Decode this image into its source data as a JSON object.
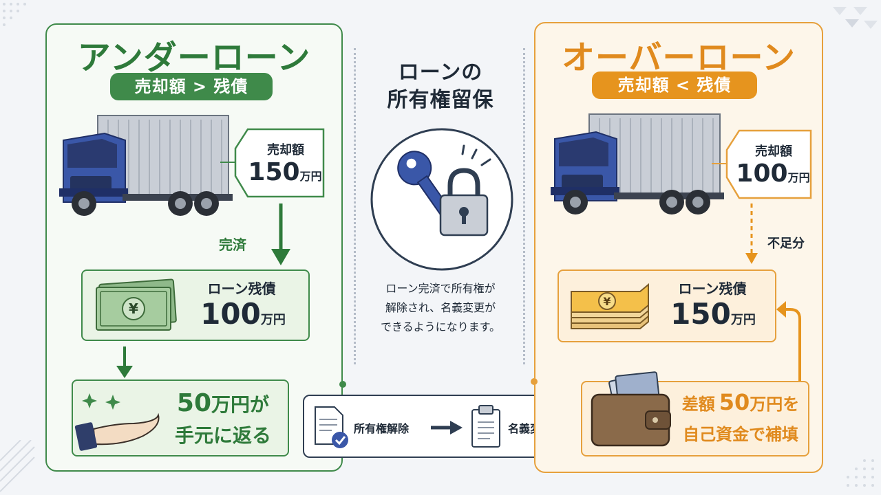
{
  "under_loan": {
    "title": "アンダーローン",
    "condition": "売却額 > 残債",
    "sale_label": "売却額",
    "sale_value": "150",
    "sale_unit": "万円",
    "arrow_label": "完済",
    "debt_label": "ローン残債",
    "debt_value": "100",
    "debt_unit": "万円",
    "return_line1_value": "50",
    "return_line1_unit": "万円",
    "return_line1_suffix": "が",
    "return_line2": "手元に返る",
    "currency_symbol": "¥"
  },
  "center": {
    "title_line1": "ローンの",
    "title_line2": "所有権留保",
    "desc_line1": "ローン完済で所有権が",
    "desc_line2": "解除され、名義変更が",
    "desc_line3": "できるようになります。",
    "step1": "所有権解除",
    "step2": "名義変更"
  },
  "over_loan": {
    "title": "オーバーローン",
    "condition": "売却額 < 残債",
    "sale_label": "売却額",
    "sale_value": "100",
    "sale_unit": "万円",
    "arrow_label": "不足分",
    "debt_label": "ローン残債",
    "debt_value": "150",
    "debt_unit": "万円",
    "pay_line1_prefix": "差額",
    "pay_line1_value": "50",
    "pay_line1_unit": "万円",
    "pay_line1_suffix": "を",
    "pay_line2": "自己資金で補填",
    "currency_symbol": "¥"
  },
  "colors": {
    "green": "#3f8a4a",
    "green_dark": "#2e7a3a",
    "orange": "#e6a03c",
    "orange_text": "#e08a1e",
    "navy": "#2f3e52",
    "truck_blue": "#3a57a8"
  }
}
